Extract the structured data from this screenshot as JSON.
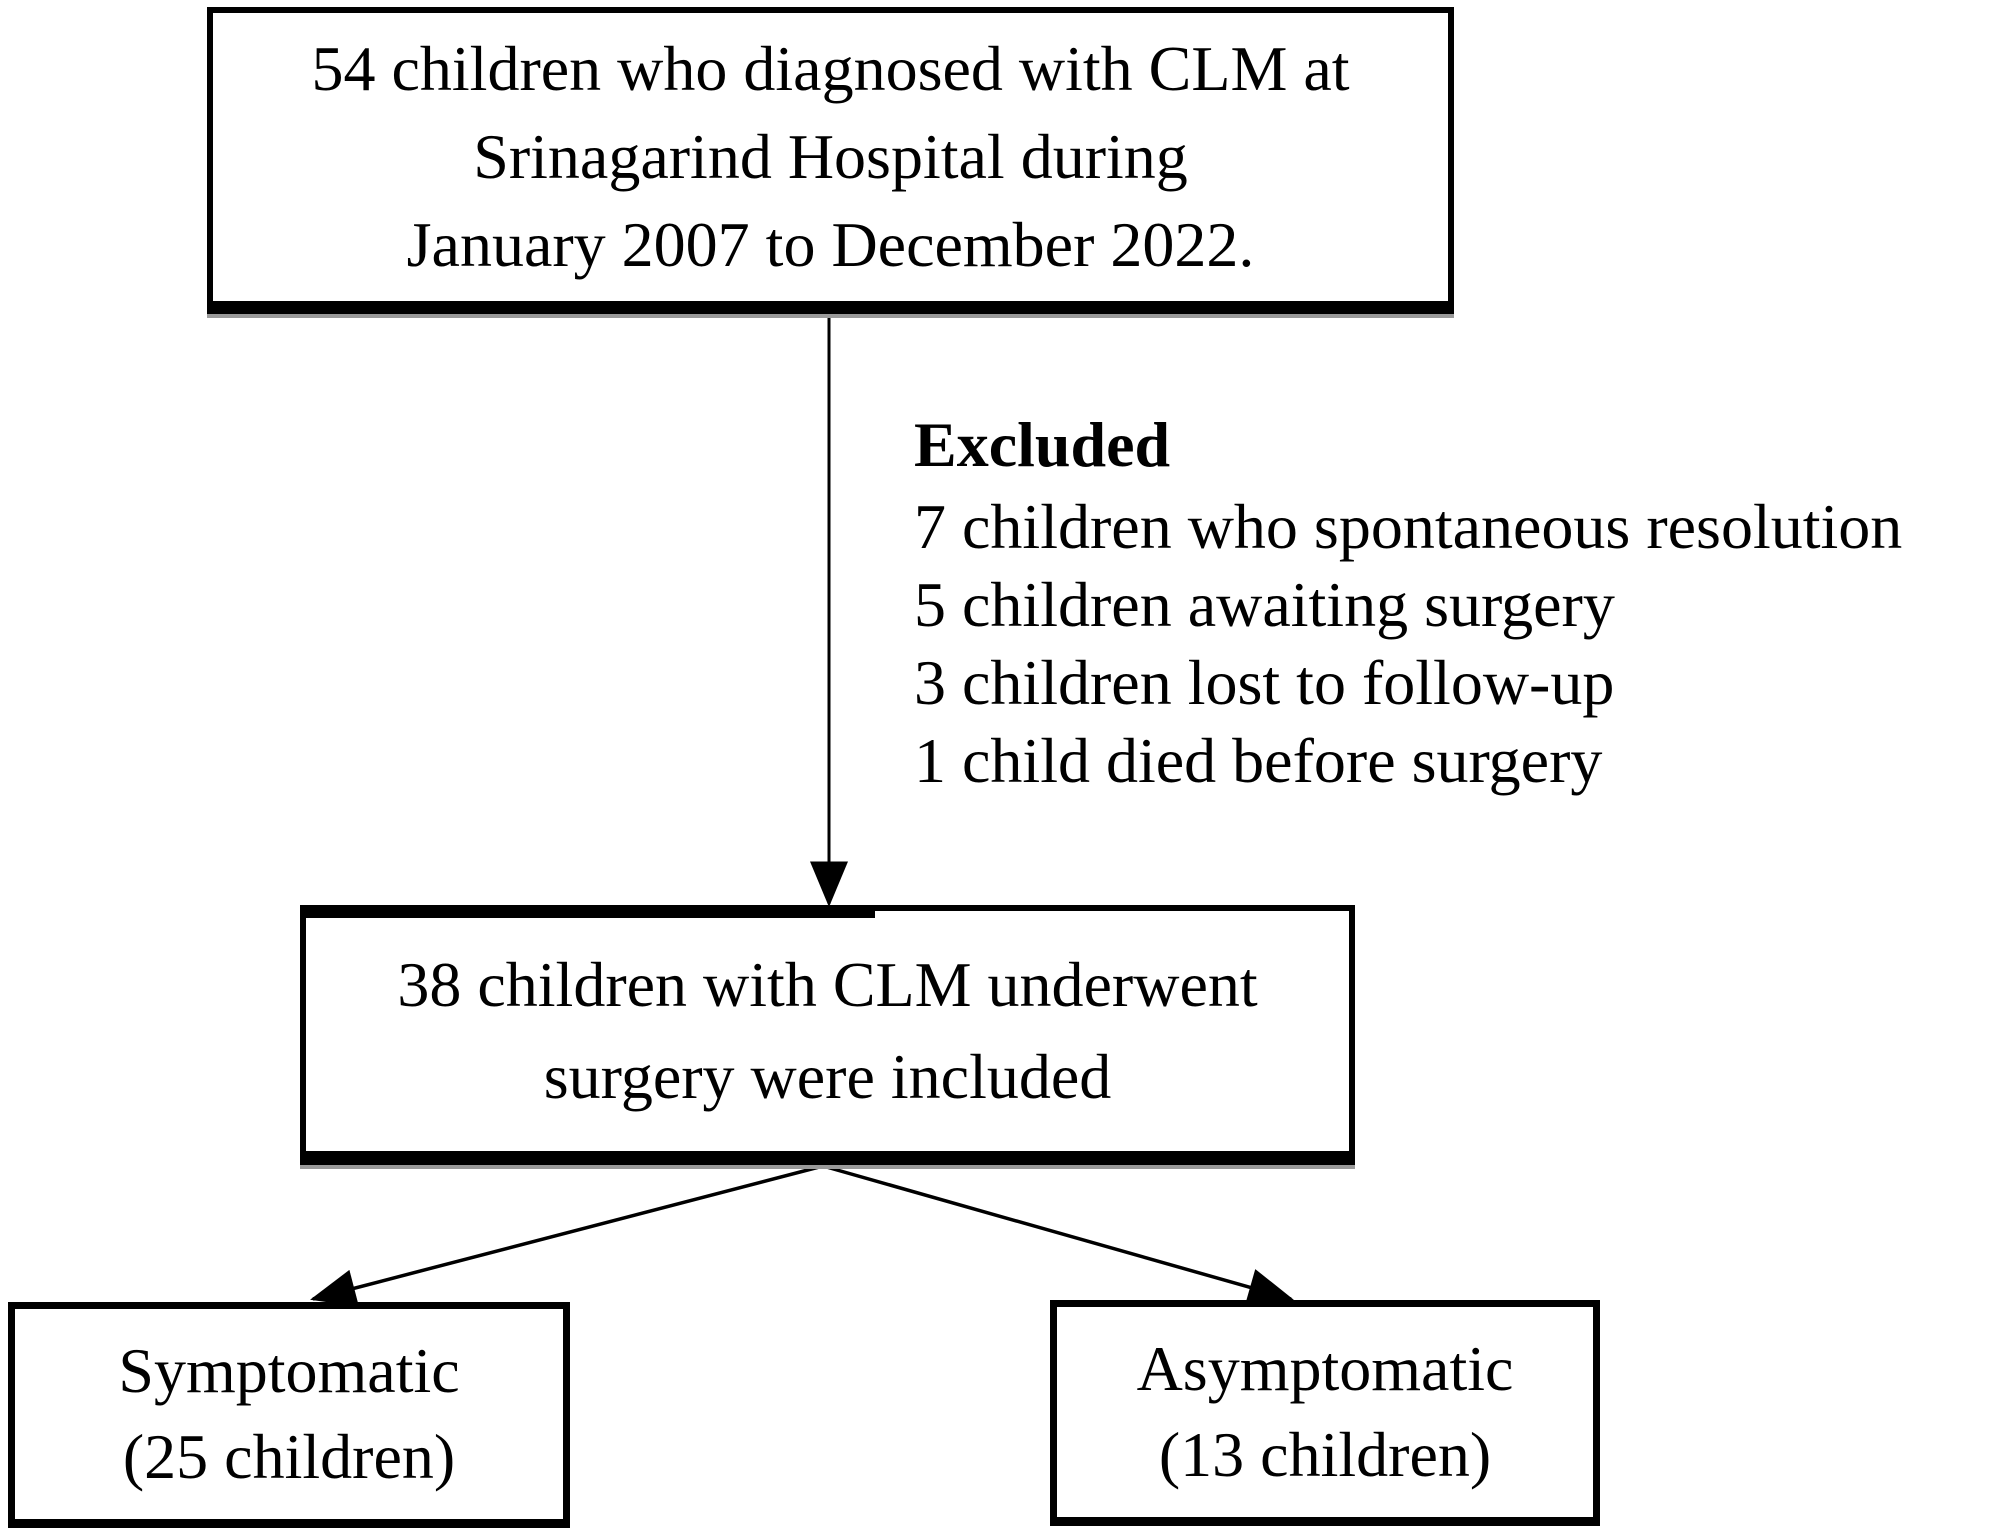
{
  "diagram": {
    "top_box": {
      "text": "54 children who diagnosed with CLM at\nSrinagarind Hospital during\nJanuary 2007 to December 2022."
    },
    "excluded": {
      "heading": "Excluded",
      "items": [
        "7 children who spontaneous resolution",
        "5 children awaiting surgery",
        "3 children lost to follow-up",
        "1 child died before surgery"
      ]
    },
    "included_box": {
      "text": "38 children with CLM underwent\nsurgery were included"
    },
    "symptomatic_box": {
      "title": "Symptomatic",
      "count": "(25 children)"
    },
    "asymptomatic_box": {
      "title": "Asymptomatic",
      "count": "(13 children)"
    },
    "colors": {
      "line": "#000000",
      "background": "#ffffff"
    }
  }
}
